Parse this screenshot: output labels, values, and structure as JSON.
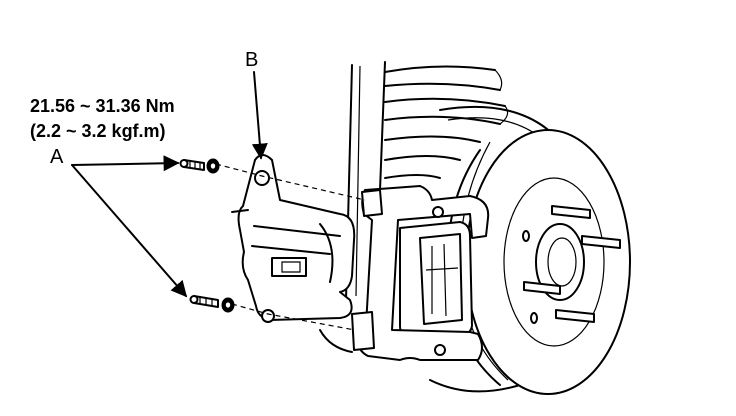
{
  "labels": {
    "torque_nm": "21.56 ~ 31.36 Nm",
    "torque_kgf": "(2.2 ~ 3.2 kgf.m)",
    "callout_a": "A",
    "callout_b": "B"
  },
  "colors": {
    "ink": "#000000",
    "paper": "#ffffff"
  }
}
